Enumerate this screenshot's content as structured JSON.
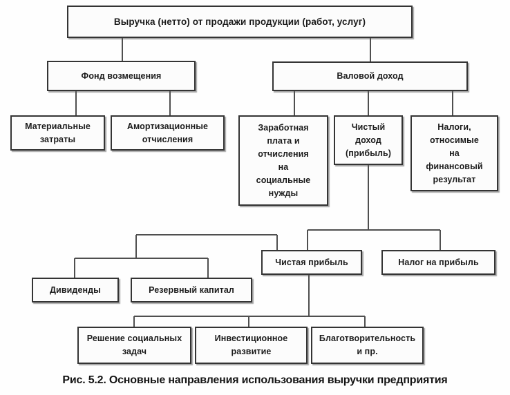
{
  "diagram": {
    "title_node": "Выручка (нетто) от продажи продукции (работ, услуг)",
    "nodes": {
      "revenue": {
        "label": "Выручка (нетто) от продажи продукции (работ, услуг)"
      },
      "compensation_fund": {
        "label": "Фонд возмещения"
      },
      "gross_income": {
        "label": "Валовой доход"
      },
      "material_costs": {
        "label": "Материальные\nзатраты"
      },
      "depreciation": {
        "label": "Амортизационные\nотчисления"
      },
      "wages": {
        "label": "Заработная\nплата и\nотчисления\nна\nсоциальные\nнужды"
      },
      "net_income": {
        "label": "Чистый\nдоход\n(прибыль)"
      },
      "taxes_fin_result": {
        "label": "Налоги,\nотносимые\nна\nфинансовый\nрезультат"
      },
      "net_profit": {
        "label": "Чистая прибыль"
      },
      "profit_tax": {
        "label": "Налог на прибыль"
      },
      "dividends": {
        "label": "Дивиденды"
      },
      "reserve_capital": {
        "label": "Резервный капитал"
      },
      "social_tasks": {
        "label": "Решение социальных\nзадач"
      },
      "investment": {
        "label": "Инвестиционное\nразвитие"
      },
      "charity": {
        "label": "Благотворительность\nи пр."
      }
    },
    "edges": [
      [
        "revenue",
        "compensation_fund"
      ],
      [
        "revenue",
        "gross_income"
      ],
      [
        "compensation_fund",
        "material_costs"
      ],
      [
        "compensation_fund",
        "depreciation"
      ],
      [
        "gross_income",
        "wages"
      ],
      [
        "gross_income",
        "net_income"
      ],
      [
        "gross_income",
        "taxes_fin_result"
      ],
      [
        "net_income",
        "net_profit"
      ],
      [
        "net_income",
        "profit_tax"
      ],
      [
        "net_profit",
        "dividends"
      ],
      [
        "net_profit",
        "reserve_capital"
      ],
      [
        "net_profit",
        "social_tasks"
      ],
      [
        "net_profit",
        "investment"
      ],
      [
        "net_profit",
        "charity"
      ]
    ],
    "caption": "Рис. 5.2. Основные направления использования выручки предприятия",
    "colors": {
      "background": "#fefefe",
      "box_fill": "#fcfcfc",
      "box_border": "#343434",
      "connector": "#4f4f4f",
      "text": "#1b1b1b"
    }
  }
}
